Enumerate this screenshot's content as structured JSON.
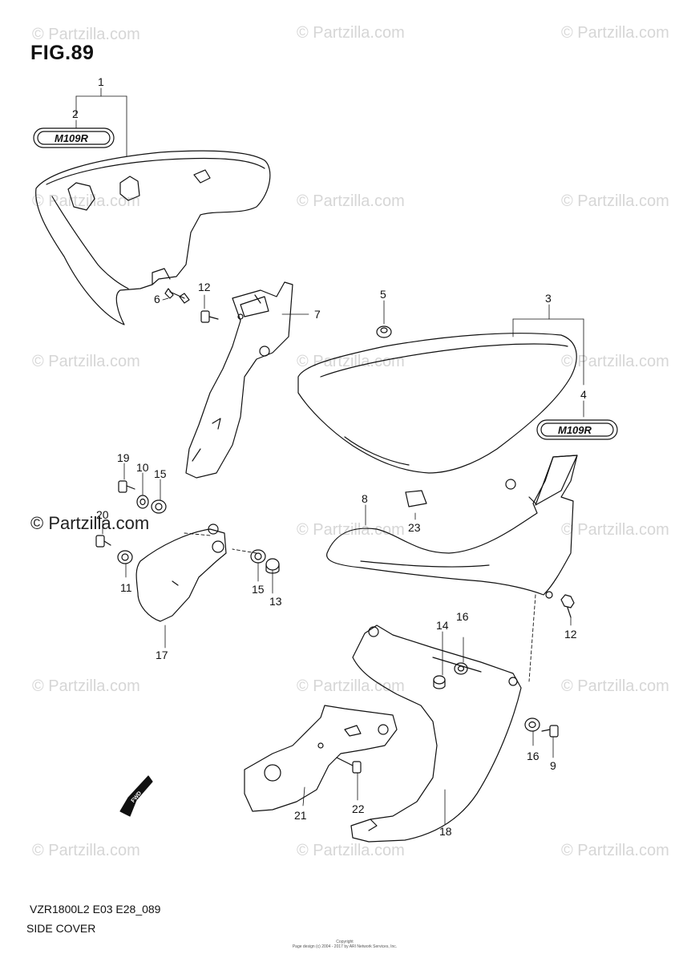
{
  "figure": {
    "title": "FIG.89",
    "model_code": "VZR1800L2 E03 E28_089",
    "description": "SIDE COVER",
    "copyright_line1": "Copyright",
    "copyright_line2": "Page design (c) 2004 - 2017 by ARI Network Services, Inc."
  },
  "watermark": {
    "text": "© Partzilla.com",
    "highlight_text": "© Partzilla.com",
    "color": "#d6d6d6"
  },
  "emblem": {
    "text": "M109R"
  },
  "fwd_label": "FWD",
  "callouts": [
    "1",
    "2",
    "3",
    "4",
    "5",
    "6",
    "7",
    "8",
    "9",
    "10",
    "11",
    "12",
    "12",
    "13",
    "14",
    "15",
    "15",
    "16",
    "16",
    "17",
    "18",
    "19",
    "20",
    "21",
    "22",
    "23"
  ],
  "colors": {
    "line": "#111111",
    "background": "#ffffff"
  }
}
